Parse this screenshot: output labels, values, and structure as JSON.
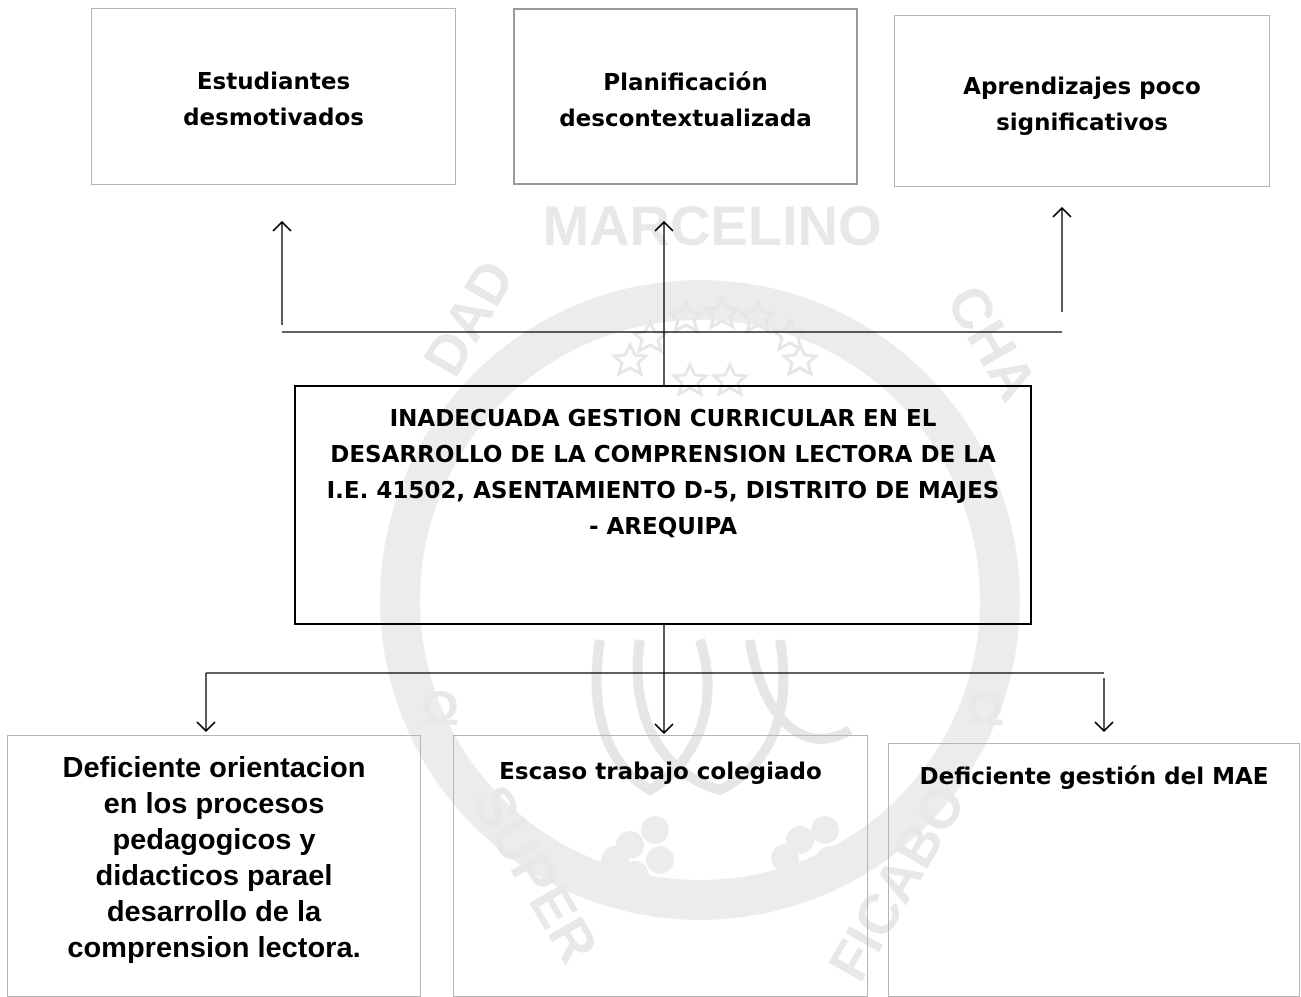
{
  "effects": [
    "Estudiantes\ndesmotivados",
    "Planificación\ndescontextualizada",
    "Aprendizajes poco\nsignificativos"
  ],
  "problem": "INADECUADA GESTION CURRICULAR EN EL\nDESARROLLO DE LA COMPRENSION LECTORA DE LA\nI.E. 41502, ASENTAMIENTO D-5, DISTRITO DE MAJES\n- AREQUIPA",
  "causes": [
    "Deficiente orientacion\nen los procesos\npedagogicos  y\ndidacticos parael\ndesarrollo de la\ncomprension lectora.",
    "Escaso trabajo colegiado",
    "Deficiente gestión del MAE"
  ],
  "watermark": {
    "top_text": "MARCELINO",
    "left_text": "DAD",
    "right_text": "CHA",
    "bottom_left_text": "SUPER",
    "bottom_right_text": "FICABO",
    "symbol": "Ω"
  }
}
